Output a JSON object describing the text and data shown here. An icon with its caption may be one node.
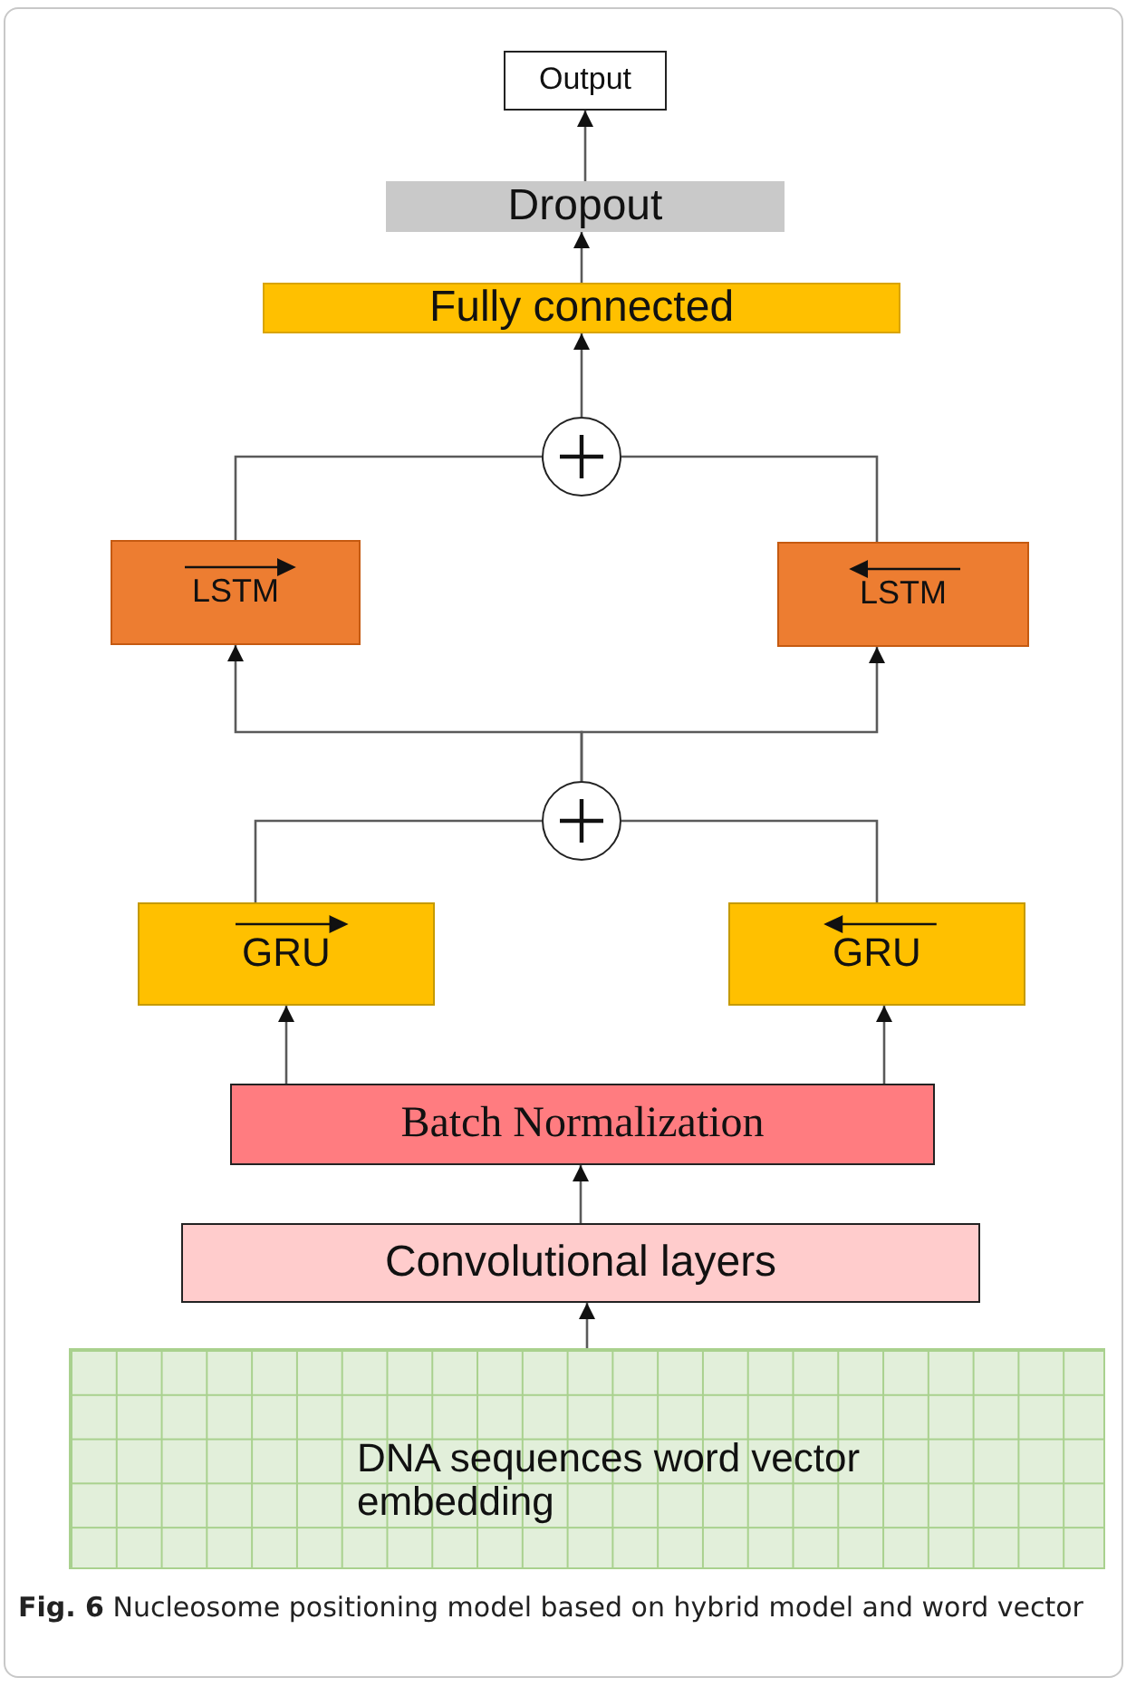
{
  "diagram": {
    "caption": "**Fig. 6** Nucleosome positioning model based on hybrid model and word vector",
    "nodes": [
      {
        "text": [
          "Output"
        ]
      },
      {
        "text": [
          "Dropout"
        ]
      },
      {
        "text": [
          "Fully connected"
        ]
      },
      {
        "text": [],
        "shape": "circle"
      },
      {
        "text": [
          "LSTM"
        ]
      },
      {
        "text": [
          "LSTM"
        ]
      },
      {
        "text": [],
        "shape": "circle"
      },
      {
        "text": [
          "GRU"
        ]
      },
      {
        "text": [
          "GRU"
        ]
      },
      {
        "text": [
          "Batch Normalization"
        ]
      },
      {
        "text": [
          "Convolutional layers"
        ]
      },
      {
        "text": [
          "DNA sequences word vector embedding"
        ]
      }
    ],
    "edges": [
      {
        "from": 1,
        "to": 0,
        "arrow": "to"
      },
      {
        "from": 2,
        "to": 1,
        "arrow": "to"
      },
      {
        "from": 3,
        "to": 2,
        "arrow": "to"
      },
      {
        "from": 4,
        "to": 3,
        "arrow": "none"
      },
      {
        "from": 5,
        "to": 3,
        "arrow": "none"
      },
      {
        "from": 6,
        "to": 4,
        "arrow": "to"
      },
      {
        "from": 6,
        "to": 5,
        "arrow": "to"
      },
      {
        "from": 7,
        "to": 6,
        "arrow": "none"
      },
      {
        "from": 8,
        "to": 6,
        "arrow": "none"
      },
      {
        "from": 9,
        "to": 7,
        "arrow": "to"
      },
      {
        "from": 9,
        "to": 8,
        "arrow": "to"
      },
      {
        "from": 10,
        "to": 9,
        "arrow": "to"
      },
      {
        "from": 11,
        "to": 10,
        "arrow": "to"
      }
    ]
  }
}
